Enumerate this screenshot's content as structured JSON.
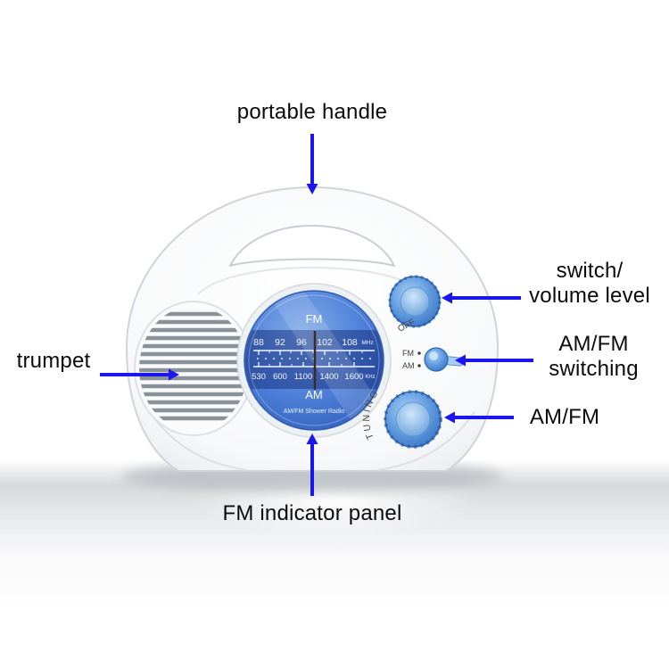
{
  "annotations": {
    "portable_handle": "portable handle",
    "switch_volume": {
      "line1": "switch/",
      "line2": "volume level"
    },
    "amfm_switching": {
      "line1": "AM/FM",
      "line2": "switching"
    },
    "amfm": "AM/FM",
    "trumpet": "trumpet",
    "fm_indicator_panel": "FM indicator panel"
  },
  "radio": {
    "dial": {
      "fm_label": "FM",
      "fm_scale": [
        "88",
        "92",
        "96",
        "102",
        "108"
      ],
      "fm_unit": "MHz",
      "am_scale": [
        "530",
        "600",
        "1100",
        "1400",
        "1600"
      ],
      "am_unit": "KHz",
      "am_label": "AM",
      "brand_text": "AM/FM Shower Radio"
    },
    "volume_knob_label": "OFF",
    "switch_labels": {
      "fm": "FM",
      "am": "AM"
    },
    "tuning_label": "TUNING"
  },
  "colors": {
    "arrow_blue": "#1b15ee",
    "dial_blue": "#4d7fd8",
    "knob_blue": "#5f9ade",
    "body_white": "#ffffff"
  }
}
